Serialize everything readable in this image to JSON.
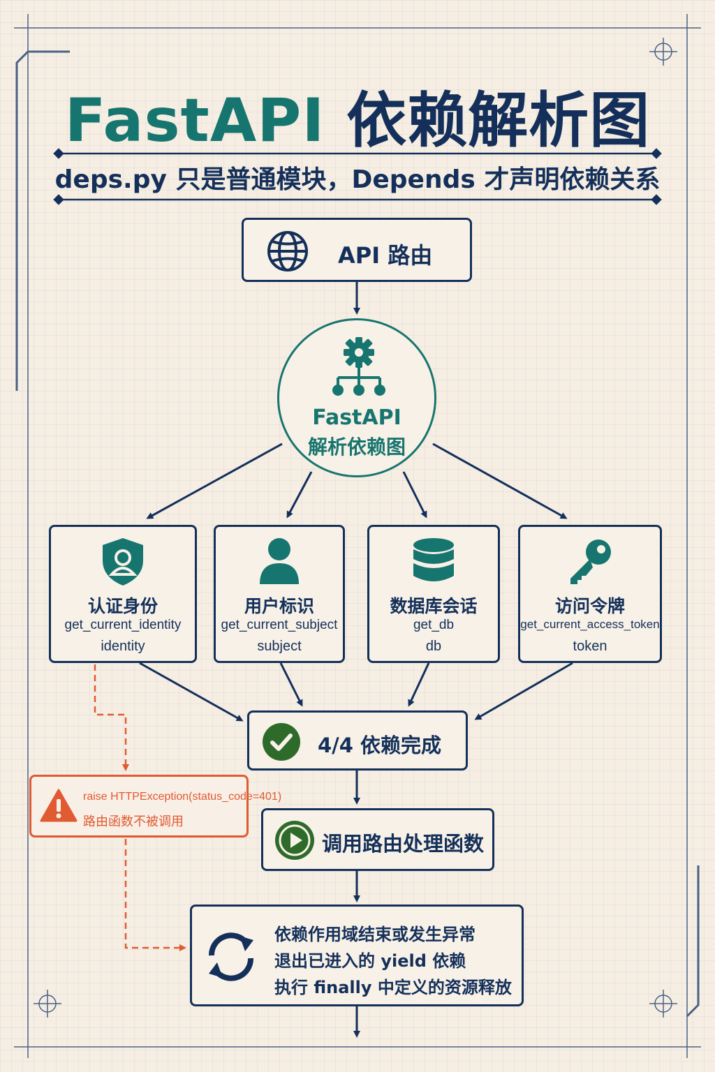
{
  "title": {
    "part1": "FastAPI",
    "part2": " 依赖解析图"
  },
  "subtitle": "deps.py 只是普通模块，Depends 才声明依赖关系",
  "route": {
    "label": "API 路由",
    "icon": "globe-icon"
  },
  "resolver": {
    "line1": "FastAPI",
    "line2": "解析依赖图",
    "icon": "gear-network-icon"
  },
  "dependencies": [
    {
      "name": "认证身份",
      "func": "get_current_identity",
      "value": "identity",
      "icon": "shield-user-icon"
    },
    {
      "name": "用户标识",
      "func": "get_current_subject",
      "value": "subject",
      "icon": "user-icon"
    },
    {
      "name": "数据库会话",
      "func": "get_db",
      "value": "db",
      "icon": "database-icon"
    },
    {
      "name": "访问令牌",
      "func": "get_current_access_token",
      "value": "token",
      "icon": "key-icon"
    }
  ],
  "complete": {
    "label": "4/4 依赖完成",
    "icon": "check-circle-icon"
  },
  "error": {
    "line1": "raise HTTPException(status_code=401)",
    "line2": "路由函数不被调用",
    "icon": "warning-icon"
  },
  "invoke": {
    "label": "调用路由处理函数",
    "icon": "play-icon"
  },
  "cleanup": {
    "icon": "refresh-icon",
    "lines": [
      "依赖作用域结束或发生异常",
      "退出已进入的 yield 依赖",
      "执行 finally 中定义的资源释放"
    ]
  },
  "colors": {
    "navy": "#14305a",
    "teal": "#17756f",
    "green": "#2e6b2b",
    "orange": "#e05a32",
    "background": "#f6eee3"
  }
}
